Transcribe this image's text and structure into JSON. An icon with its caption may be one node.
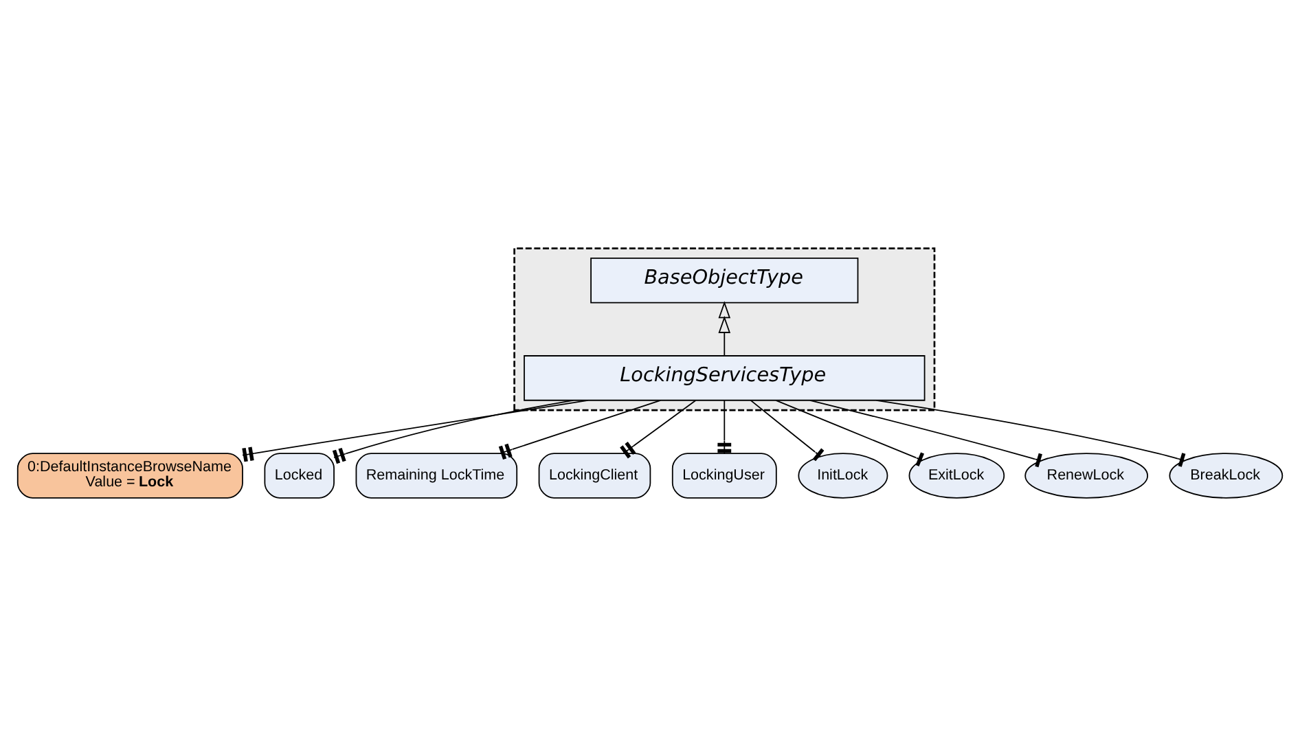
{
  "diagram": {
    "nodes": [
      {
        "text": [],
        "shape": "box"
      },
      {
        "text": [
          "BaseObjectType"
        ],
        "in": 0
      },
      {
        "text": [
          "LockingServicesType"
        ],
        "in": 0
      },
      {
        "text": [
          "0:DefaultInstanceBrowseName",
          "Value = **Lock**"
        ]
      },
      {
        "text": [
          "Locked"
        ]
      },
      {
        "text": [
          "Remaining LockTime"
        ]
      },
      {
        "text": [
          "LockingClient"
        ]
      },
      {
        "text": [
          "LockingUser"
        ]
      },
      {
        "text": [
          "InitLock"
        ]
      },
      {
        "text": [
          "ExitLock"
        ]
      },
      {
        "text": [
          "RenewLock"
        ]
      },
      {
        "text": [
          "BreakLock"
        ]
      }
    ],
    "edges": [
      {
        "from": 2,
        "to": 1,
        "arrow": "to"
      },
      {
        "from": 2,
        "to": 3,
        "arrow": "other"
      },
      {
        "from": 2,
        "to": 4,
        "arrow": "other"
      },
      {
        "from": 2,
        "to": 5,
        "arrow": "other"
      },
      {
        "from": 2,
        "to": 6,
        "arrow": "other"
      },
      {
        "from": 2,
        "to": 7,
        "arrow": "other"
      },
      {
        "from": 2,
        "to": 8,
        "arrow": "other"
      },
      {
        "from": 2,
        "to": 9,
        "arrow": "other"
      },
      {
        "from": 2,
        "to": 10,
        "arrow": "other"
      },
      {
        "from": 2,
        "to": 11,
        "arrow": "other"
      }
    ]
  }
}
